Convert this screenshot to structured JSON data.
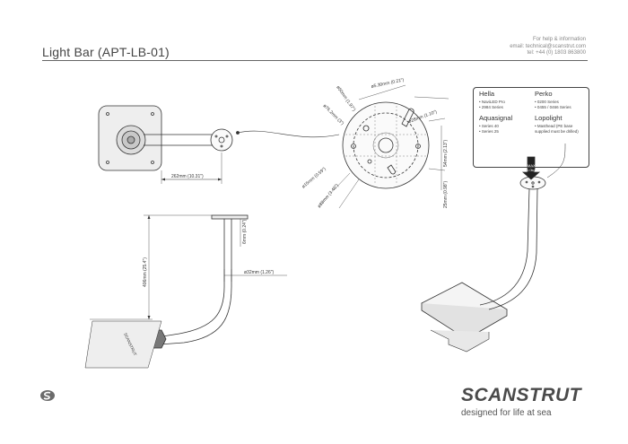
{
  "title": "Light Bar  (APT-LB-01)",
  "help": [
    "For help & information",
    "email: technical@scanstrut.com",
    "tel: +44 (0) 1803 863800"
  ],
  "dims": {
    "d262": "262mm (10.31\")",
    "d406": "406mm (25.4\")",
    "d6": "6mm (0.24\")",
    "d32": "ø32mm (1.26\")",
    "d530": "ø5.30mm (0.21\")",
    "d50": "ø50mm (1.97\")",
    "d76": "ø76.2mm (3\")",
    "d28": "ø28mm (1.10\")",
    "d15": "ø15mm (0.59\")",
    "d88": "ø88mm (3.46\")",
    "d54": "54mm (2.13\")",
    "d25": "25mm (0.98\")"
  },
  "legend": {
    "hella": {
      "title": "Hella",
      "items": [
        "• NaviLED Pro",
        "• 2984 Series"
      ]
    },
    "perko": {
      "title": "Perko",
      "items": [
        "• 0200 Series",
        "• 0455 / 0466 Series"
      ]
    },
    "aquasignal": {
      "title": "Aquasignal",
      "items": [
        "• Series 40",
        "• Series 25"
      ]
    },
    "lopolight": {
      "title": "Lopolight",
      "items": [
        "• Masthead (PE base",
        "supplied must be drilled)"
      ]
    }
  },
  "max_label": "MAX",
  "max_value": "1.0kg",
  "base_label": "SCANSTRUT",
  "brand": "SCANSTRUT",
  "slogan": "designed for life at sea",
  "colors": {
    "line": "#333333",
    "fill": "#eeeeee",
    "brand": "#4a4a4a"
  }
}
